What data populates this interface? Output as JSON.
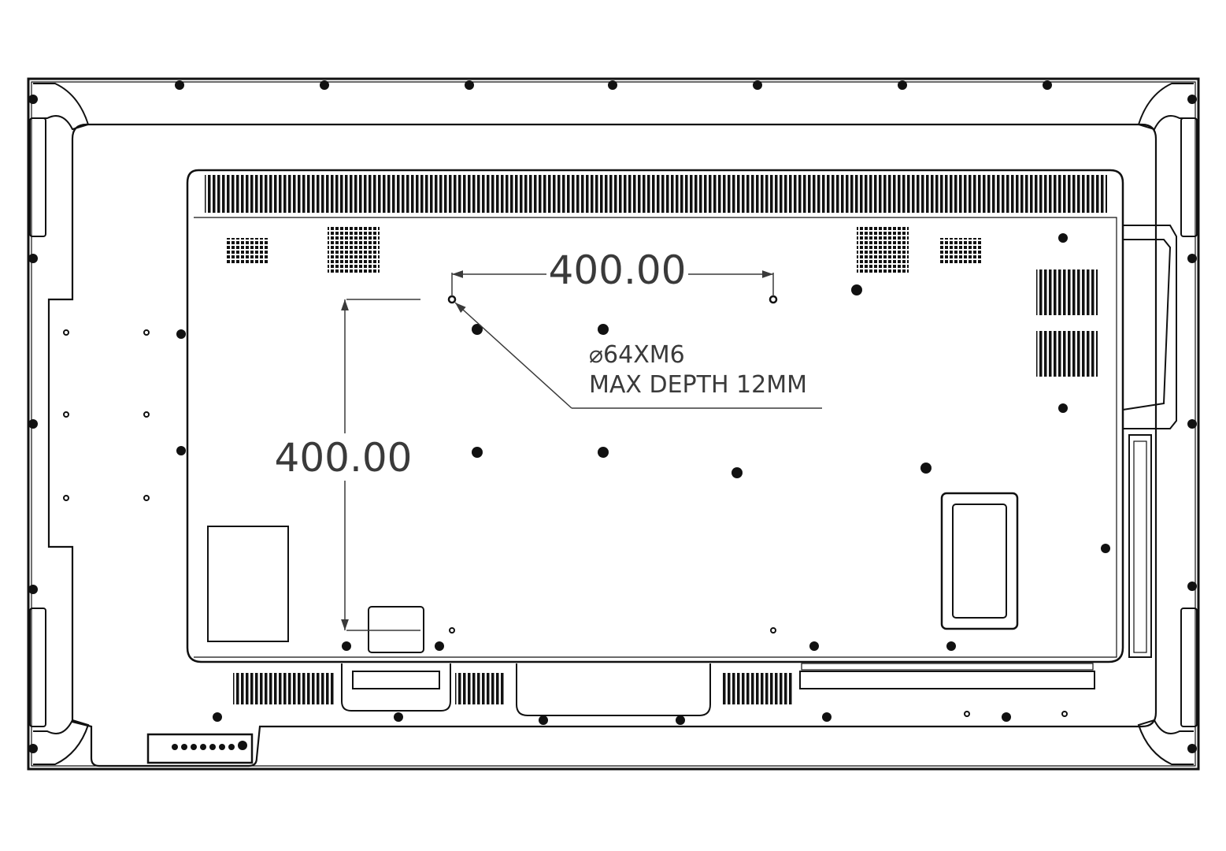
{
  "diagram": {
    "view": "rear-view-technical-drawing",
    "dimensions": {
      "horizontal": "400.00",
      "vertical": "400.00"
    },
    "note": {
      "line1": "⌀64XM6",
      "line2": "MAX DEPTH 12MM"
    },
    "colors": {
      "line": "#111111",
      "dimension": "#3a3a3a",
      "background": "#ffffff"
    }
  }
}
